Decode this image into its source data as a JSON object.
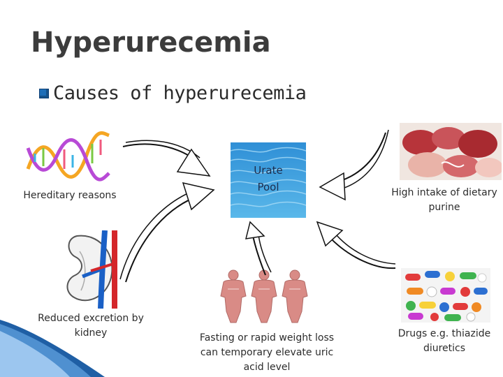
{
  "title": "Hyperurecemia",
  "bullet_text": "Causes of hyperurecemia",
  "center": {
    "line1": "Urate",
    "line2": "Pool"
  },
  "causes": {
    "hereditary": "Hereditary reasons",
    "kidney_line1": "Reduced excretion by",
    "kidney_line2": "kidney",
    "fasting_line1": "Fasting or rapid weight loss",
    "fasting_line2": "can temporary elevate uric",
    "fasting_line3": "acid level",
    "diet_line1": "High intake of dietary",
    "diet_line2": "purine",
    "drugs_line1": "Drugs e.g. thiazide",
    "drugs_line2": "diuretics"
  },
  "colors": {
    "accent": "#1f6fb8",
    "pool_blue": "#3fa3e0",
    "title_gray": "#3c3c3c"
  }
}
